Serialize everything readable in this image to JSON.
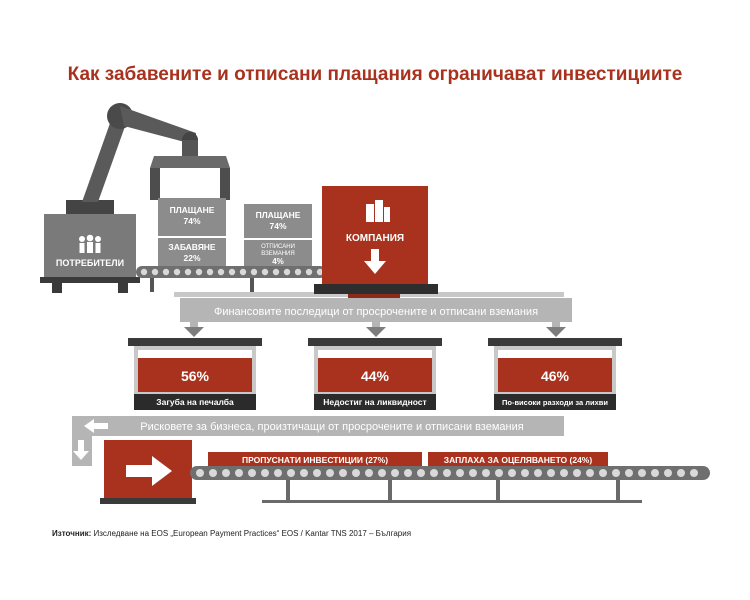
{
  "title": "Как забавените и отписани плащания ограничават инвестициите",
  "consumers_label": "ПОТРЕБИТЕЛИ",
  "company_label": "КОМПАНИЯ",
  "payments": {
    "box1_top_label": "ПЛАЩАНЕ",
    "box1_top_value": "74%",
    "box1_bottom_label": "ЗАБАВЯНЕ",
    "box1_bottom_value": "22%",
    "box2_top_label": "ПЛАЩАНЕ",
    "box2_top_value": "74%",
    "box2_bottom_label_1": "ОТПИСАНИ",
    "box2_bottom_label_2": "ВЗЕМАНИЯ",
    "box2_bottom_value": "4%"
  },
  "financial_banner": "Финансовите последици от просрочените и отписани вземания",
  "consequences": [
    {
      "value": "56%",
      "label": "Загуба на печалба"
    },
    {
      "value": "44%",
      "label": "Недостиг на ликвидност"
    },
    {
      "value": "46%",
      "label": "По-високи разходи за лихви"
    }
  ],
  "risks_banner": "Рисковете за бизнеса, произтичащи от просрочените и отписани вземания",
  "risks": [
    {
      "label": "ПРОПУСНАТИ ИНВЕСТИЦИИ (27%)"
    },
    {
      "label": "ЗАПЛАХА ЗА ОЦЕЛЯВАНЕТО (24%)"
    }
  ],
  "source_label": "Източник:",
  "source_text": "Изследване на EOS „European Payment Practices“ EOS / Kantar TNS 2017 – България",
  "colors": {
    "accent": "#a8321e",
    "gray": "#7d7d7d",
    "light_gray": "#b5b5b5",
    "dark": "#2b2b2b"
  }
}
